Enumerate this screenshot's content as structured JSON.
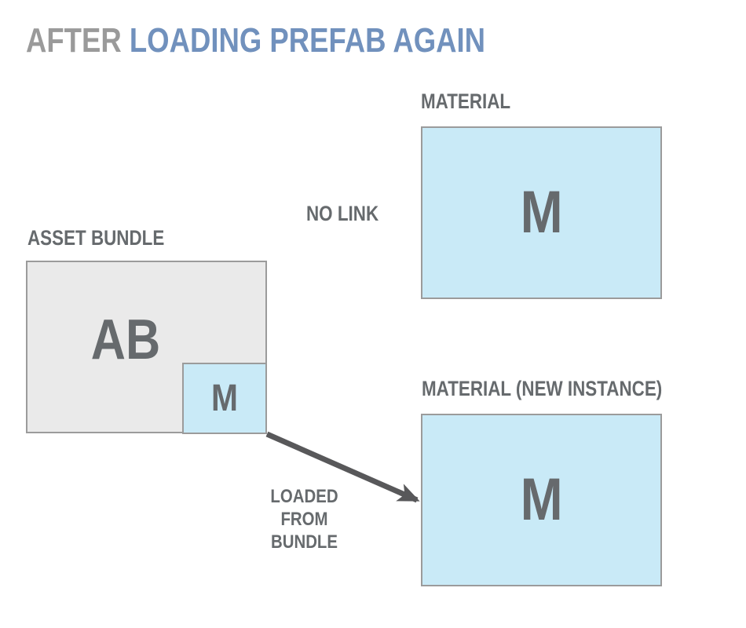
{
  "title": {
    "muted": "AFTER",
    "accent": "LOADING PREFAB AGAIN"
  },
  "diagram": {
    "material_original": {
      "label": "MATERIAL",
      "letter": "M"
    },
    "asset_bundle": {
      "label": "ASSET BUNDLE",
      "letter": "AB"
    },
    "bundled_material": {
      "letter": "M"
    },
    "material_new": {
      "label": "MATERIAL (NEW INSTANCE)",
      "letter": "M"
    },
    "no_link_label": "NO LINK",
    "arrow_caption_line1": "LOADED FROM",
    "arrow_caption_line2": "BUNDLE"
  },
  "colors": {
    "background": "#ffffff",
    "title_muted": "#9a9a9a",
    "title_accent": "#7191bd",
    "label_text": "#666a6d",
    "letter_text": "#666a6d",
    "box_blue_fill": "#c9eaf7",
    "box_gray_fill": "#eaeaea",
    "box_border": "#9b9b9b",
    "arrow_color": "#58585a"
  }
}
